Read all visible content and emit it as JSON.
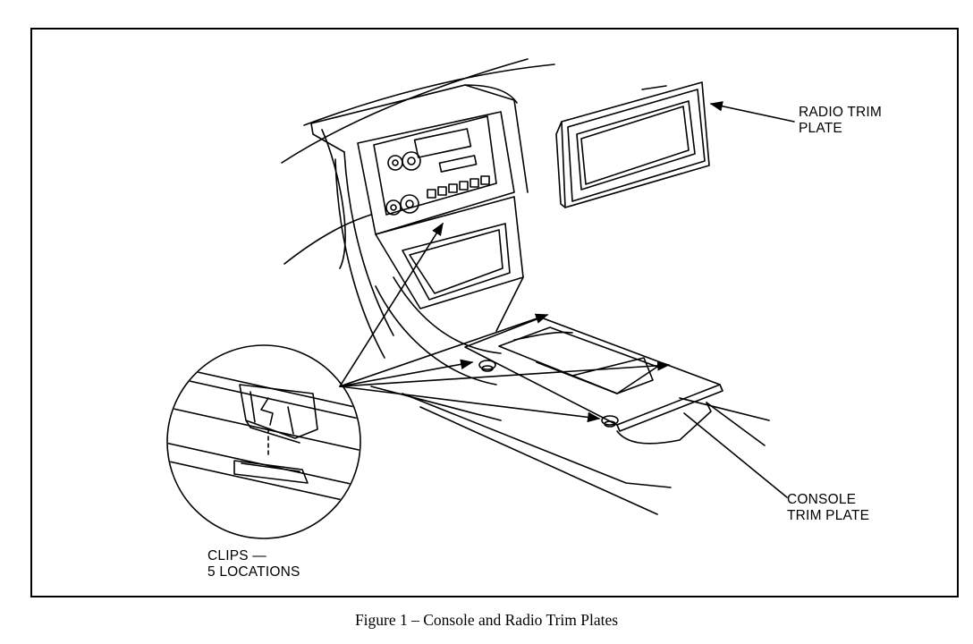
{
  "labels": {
    "radio_trim_plate": [
      "RADIO TRIM",
      "PLATE"
    ],
    "console_trim_plate": [
      "CONSOLE",
      "TRIM PLATE"
    ],
    "clips": [
      "CLIPS —",
      "5 LOCATIONS"
    ]
  },
  "caption": "Figure 1 – Console and Radio Trim Plates"
}
